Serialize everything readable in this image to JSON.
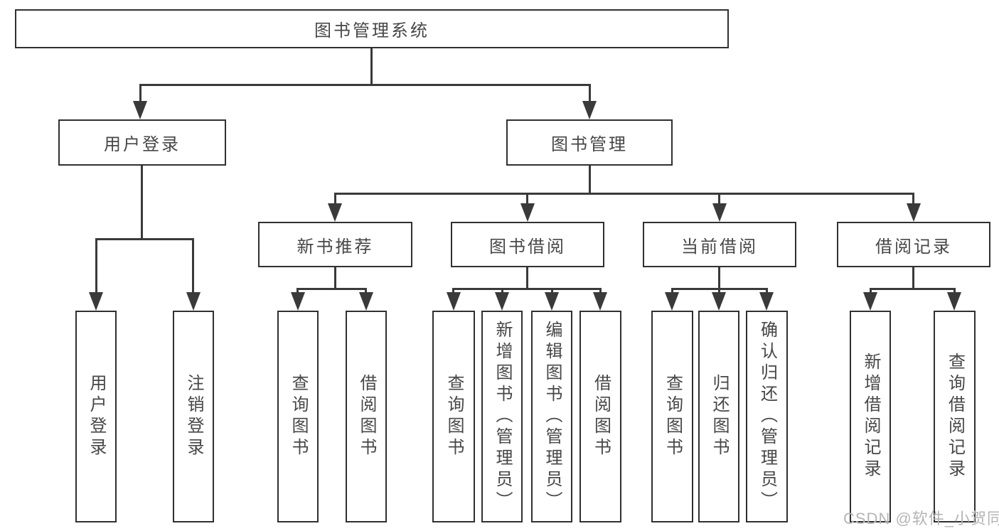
{
  "root": {
    "label": "图书管理系统"
  },
  "level2": {
    "user_login": {
      "label": "用户登录"
    },
    "book_mgmt": {
      "label": "图书管理"
    }
  },
  "level3": {
    "recommend": {
      "label": "新书推荐"
    },
    "borrow": {
      "label": "图书借阅"
    },
    "current": {
      "label": "当前借阅"
    },
    "record": {
      "label": "借阅记录"
    }
  },
  "leaves": {
    "login": [
      "用户登录",
      "注销登录"
    ],
    "recommend": [
      "查询图书",
      "借阅图书"
    ],
    "borrow": [
      "查询图书",
      "新增图书（管理员）",
      "编辑图书（管理员）",
      "借阅图书"
    ],
    "current": [
      "查询图书",
      "归还图书",
      "确认归还（管理员）"
    ],
    "record": [
      "新增借阅记录",
      "查询借阅记录"
    ]
  },
  "watermark": {
    "text": "CSDN @软件_小贺同学"
  },
  "colors": {
    "line": "#3a3a3a",
    "border": "#303030",
    "text": "#474747",
    "watermark": "#b5b5b5",
    "background": "#ffffff"
  }
}
